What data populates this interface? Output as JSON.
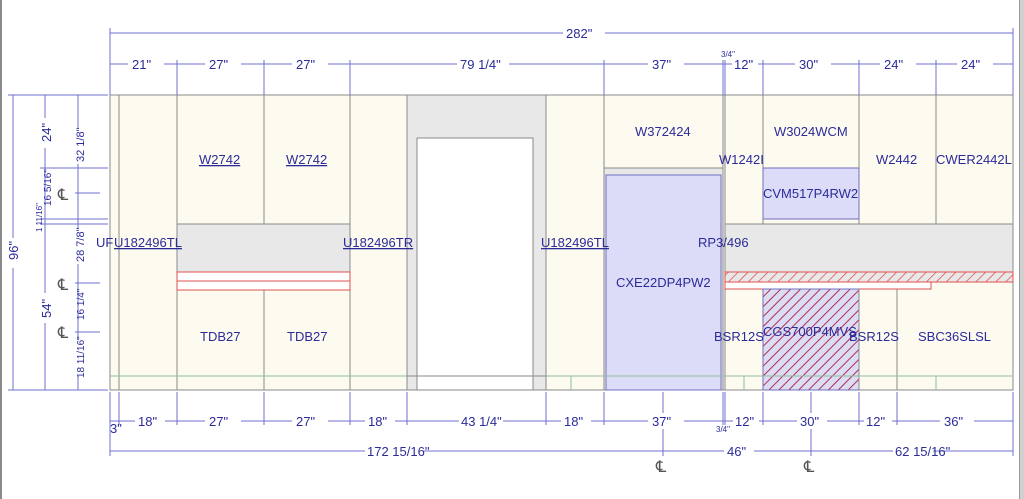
{
  "elevation": {
    "overall_width": "282\"",
    "top_dims": [
      "21\"",
      "27\"",
      "27\"",
      "79 1/4\"",
      "37\"",
      "3/4\"",
      "12\"",
      "30\"",
      "24\"",
      "24\""
    ],
    "left_dims": {
      "total": "96\"",
      "upper": "24\"",
      "base": "54\"",
      "upper_detail": "32 1/8\"",
      "centerline_upper": "16 5/16\"",
      "small_gap": "1 11/16\"",
      "mid": "28 7/8\"",
      "centerline_lower": "16 1/4\"",
      "bottom": "18 11/16\""
    },
    "bottom_dims": [
      "3\"",
      "18\"",
      "27\"",
      "27\"",
      "18\"",
      "43 1/4\"",
      "18\"",
      "37\"",
      "3/4\"",
      "12\"",
      "30\"",
      "12\"",
      "36\""
    ],
    "bottom_totals": [
      "172 15/16\"",
      "46\"",
      "62 15/16\""
    ],
    "centerline_symbol": "℄",
    "cabinets": {
      "uf": "UF",
      "tall_left": "U182496TL",
      "wall1": "W2742",
      "wall2": "W2742",
      "tall_right": "U182496TR",
      "tall_left2": "U182496TL",
      "base1": "TDB27",
      "base2": "TDB27",
      "wall_fridge": "W372424",
      "fridge": "CXE22DP4PW2",
      "wall_12": "W1242I",
      "rp": "RP3/496",
      "wall_micro": "W3024WCM",
      "microwave": "CVM517P4RW2",
      "wall_24": "W2442",
      "corner_wall": "CWER2442L",
      "bsr_left": "BSR12S",
      "range": "CGS700P4MVS",
      "bsr_right": "BSR12S",
      "sink_base": "SBC36SLSL"
    }
  }
}
